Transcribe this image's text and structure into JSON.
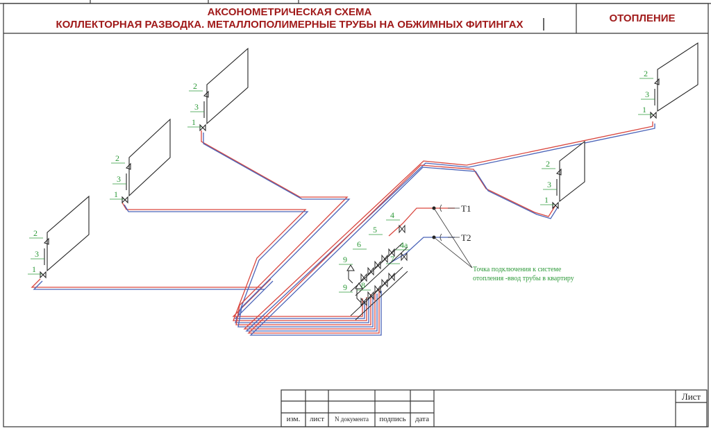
{
  "header": {
    "title_line1": "АКСОНОМЕТРИЧЕСКАЯ СХЕМА",
    "title_line2": "КОЛЛЕКТОРНАЯ РАЗВОДКА.  МЕТАЛЛОПОЛИМЕРНЫЕ ТРУБЫ НА ОБЖИМНЫХ ФИТИНГАХ",
    "section": "ОТОПЛЕНИЕ"
  },
  "colors": {
    "supply": "#d9473f",
    "return": "#4a63b8",
    "label": "#2e9a3a",
    "title": "#a01a1a"
  },
  "radiator_labels": [
    "1",
    "2",
    "3"
  ],
  "manifold_labels": {
    "l4": "4",
    "l4a": "4a",
    "l5": "5",
    "l6": "6",
    "l7": "7",
    "l8": "8",
    "l9a": "9",
    "l9b": "9"
  },
  "connections": {
    "t1": "Т1",
    "t2": "Т2"
  },
  "note": {
    "line1": "Точка подключения к системе",
    "line2": "отопления -ввод трубы в квартиру"
  },
  "title_block": {
    "izm": "изм.",
    "list": "лист",
    "ndoc": "N документа",
    "podpis": "подпись",
    "data": "дата",
    "sheet": "Лист"
  }
}
